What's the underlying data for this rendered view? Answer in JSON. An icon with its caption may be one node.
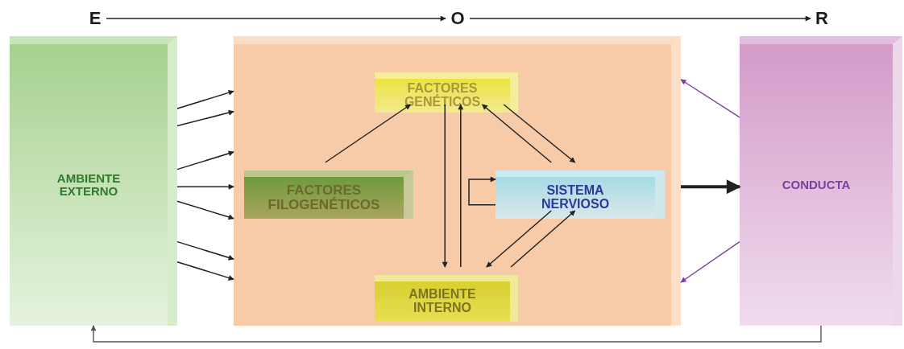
{
  "diagram": {
    "nodes": [
      {
        "text": [
          "E"
        ]
      },
      {
        "text": [
          "O"
        ]
      },
      {
        "text": [
          "R"
        ]
      },
      {
        "text": [
          "AMBIENTE EXTERNO"
        ]
      },
      {
        "text": [],
        "shape": "box"
      },
      {
        "text": [
          "FACTORES GENÉTICOS"
        ],
        "in": 4
      },
      {
        "text": [
          "FACTORES FILOGENÉTICOS"
        ],
        "in": 4
      },
      {
        "text": [
          "SISTEMA NERVIOSO"
        ],
        "in": 4
      },
      {
        "text": [
          "AMBIENTE INTERNO"
        ],
        "in": 4
      },
      {
        "text": [
          "CONDUCTA"
        ]
      }
    ],
    "edges": [
      {
        "from": 0,
        "to": 1,
        "arrow": "to"
      },
      {
        "from": 1,
        "to": 2,
        "arrow": "to"
      },
      {
        "from": 3,
        "to": 4,
        "arrow": "to"
      },
      {
        "from": 3,
        "to": 4,
        "arrow": "to"
      },
      {
        "from": 3,
        "to": 4,
        "arrow": "to"
      },
      {
        "from": 3,
        "to": 4,
        "arrow": "to"
      },
      {
        "from": 3,
        "to": 4,
        "arrow": "to"
      },
      {
        "from": 3,
        "to": 4,
        "arrow": "to"
      },
      {
        "from": 3,
        "to": 4,
        "arrow": "to"
      },
      {
        "from": 6,
        "to": 5,
        "arrow": "to"
      },
      {
        "from": 5,
        "to": 8,
        "arrow": "to"
      },
      {
        "from": 8,
        "to": 5,
        "arrow": "to"
      },
      {
        "from": 7,
        "to": 5,
        "arrow": "to"
      },
      {
        "from": 5,
        "to": 7,
        "arrow": "to"
      },
      {
        "from": 7,
        "to": 8,
        "arrow": "to"
      },
      {
        "from": 8,
        "to": 7,
        "arrow": "to"
      },
      {
        "from": 7,
        "to": 7,
        "arrow": "to"
      },
      {
        "from": 4,
        "to": 9,
        "arrow": "to",
        "style": "thick"
      },
      {
        "from": 9,
        "to": 4,
        "arrow": "to",
        "color": "#7b3fa0"
      },
      {
        "from": 9,
        "to": 4,
        "arrow": "to",
        "color": "#7b3fa0"
      },
      {
        "from": 9,
        "to": 3,
        "arrow": "to",
        "color": "#555555"
      }
    ]
  }
}
